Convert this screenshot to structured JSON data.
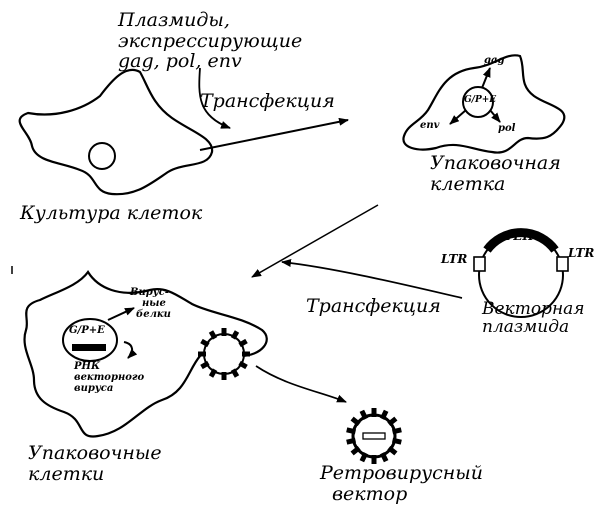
{
  "labels": {
    "plasmids": [
      "Плазмиды,",
      "экспрессирующие",
      "gag, pol, env"
    ],
    "transfection_top": "Трансфекция",
    "culture": "Культура клеток",
    "packaging_cell": [
      "Упаковочная",
      "клетка"
    ],
    "gene_gag": "gag",
    "gene_env": "env",
    "gene_pol": "pol",
    "gp_e": "G/P+E",
    "gene": "ГЕН",
    "ltr_left": "LTR",
    "ltr_right": "LTR",
    "transfection_bottom": "Трансфекция",
    "vector_plasmid": [
      "Векторная",
      "плазмида"
    ],
    "viral_proteins": [
      "Вирус-",
      "ные",
      "белки"
    ],
    "gp_e_lower": "G/P+E",
    "rna_label": [
      "РНК",
      "векторного",
      "вируса"
    ],
    "packaging_cells": [
      "Упаковочные",
      "клетки"
    ],
    "retroviral_vector": [
      "Ретровирусный",
      "вектор"
    ]
  }
}
